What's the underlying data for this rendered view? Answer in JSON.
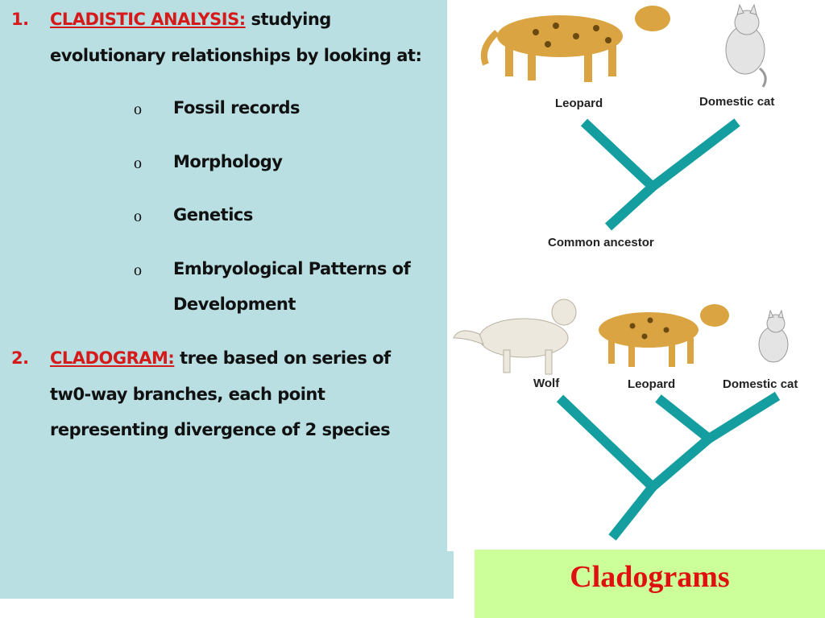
{
  "item1": {
    "number": "1.",
    "term": "CLADISTIC ANALYSIS:",
    "desc_line1": "studying",
    "desc_line2": "evolutionary relationships by looking at:"
  },
  "bullet_marker": "o",
  "bullets": [
    "Fossil records",
    "Morphology",
    "Genetics",
    "Embryological Patterns of",
    "Development"
  ],
  "item2": {
    "number": "2.",
    "term": "CLADOGRAM:",
    "desc_line1": "tree based on series of",
    "desc_line2": "tw0-way branches, each point",
    "desc_line3": "representing divergence of 2 species"
  },
  "figure": {
    "top_labels": [
      "Leopard",
      "Domestic cat"
    ],
    "top_root": "Common ancestor",
    "bottom_labels": [
      "Wolf",
      "Leopard",
      "Domestic cat"
    ]
  },
  "caption": "Cladograms",
  "colors": {
    "branch": "#159ea0",
    "panel": "#b9dfe3",
    "caption_bg": "#ccff99",
    "accent": "#d61a1a"
  },
  "icons": [
    "leopard-image",
    "cat-image",
    "wolf-image"
  ]
}
